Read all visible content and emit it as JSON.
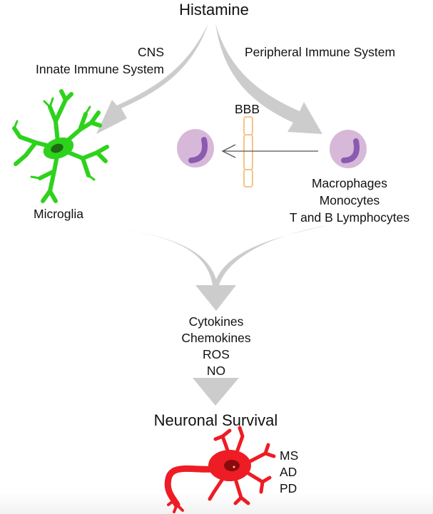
{
  "title": "Histamine",
  "left_branch": {
    "label_lines": [
      "CNS",
      "Innate Immune System"
    ],
    "cell_label": "Microglia",
    "cell_color": "#2ed21c"
  },
  "right_branch": {
    "label": "Peripheral Immune System",
    "cell_labels": [
      "Macrophages",
      "Monocytes",
      "T and B Lymphocytes"
    ],
    "cell_color": "#d8b8d8",
    "nucleus_color": "#8a5bb0"
  },
  "barrier": {
    "label": "BBB",
    "color": "#f6c48a"
  },
  "mediators": [
    "Cytokines",
    "Chemokines",
    "ROS",
    "NO"
  ],
  "outcome": {
    "label": "Neuronal Survival",
    "neuron_color": "#ee1c24",
    "diseases": [
      "MS",
      "AD",
      "PD"
    ]
  },
  "arrow_color": "#cccccc"
}
